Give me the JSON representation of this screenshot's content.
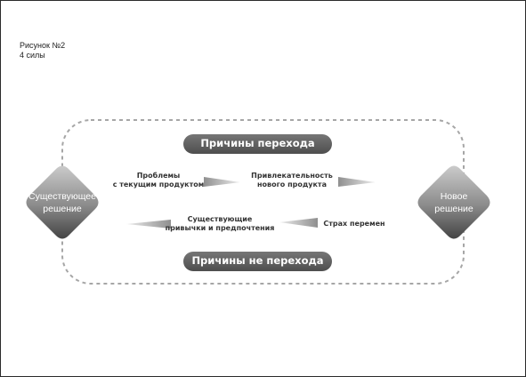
{
  "caption": {
    "title": "Рисунок №2",
    "subtitle": "4 силы"
  },
  "banners": {
    "top": "Причины перехода",
    "bottom": "Причины не перехода"
  },
  "nodes": {
    "left": {
      "line1": "Существующее",
      "line2": "решение"
    },
    "right": {
      "line1": "Новое",
      "line2": "решение"
    }
  },
  "forces": {
    "problems": {
      "line1": "Проблемы",
      "line2": "с текущим продуктом"
    },
    "attraction": {
      "line1": "Привлекательность",
      "line2": "нового продукта"
    },
    "habits": {
      "line1": "Существующие",
      "line2": "привычки и предпочтения"
    },
    "fear": {
      "line1": "Страх перемен"
    }
  },
  "colors": {
    "dashed_border": "#a6a6a6",
    "pill_fill": "#5e5e5e",
    "node_light": "#c2c2c2",
    "node_dark": "#494949",
    "arrow_light": "#e9e9e9",
    "arrow_dark": "#8e8e8e"
  }
}
